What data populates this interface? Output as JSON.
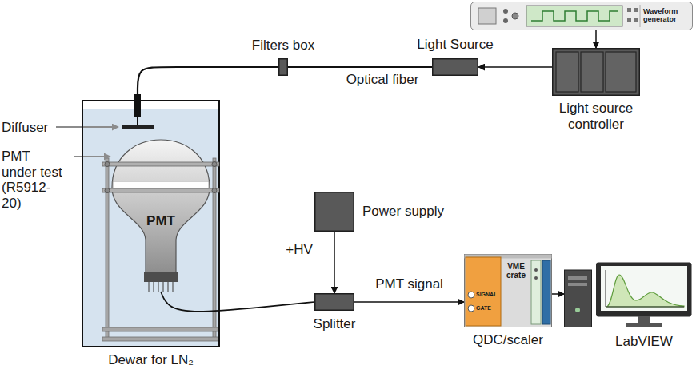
{
  "diagram": {
    "nodes": [
      {
        "text": [
          "Waveform generator"
        ]
      },
      {
        "text": [
          "Filters box"
        ]
      },
      {
        "text": [
          "Light Source"
        ]
      },
      {
        "text": [
          "Light source controller"
        ]
      },
      {
        "text": [
          "Dewar for LN₂"
        ]
      },
      {
        "text": [
          "PMT"
        ],
        "in": 4
      },
      {
        "text": [
          "Power supply"
        ]
      },
      {
        "text": [
          "Splitter"
        ]
      },
      {
        "text": [
          "VME crate",
          "SIGNAL",
          "GATE",
          "QDC/scaler"
        ]
      },
      {
        "text": [
          "LabVIEW"
        ]
      }
    ],
    "edges": [
      {
        "from": 0,
        "to": 3,
        "arrow": "to"
      },
      {
        "from": 3,
        "to": 2,
        "arrow": "to"
      },
      {
        "from": 2,
        "to": 1,
        "label": "Optical fiber",
        "arrow": "none"
      },
      {
        "from": 1,
        "to": 4,
        "arrow": "none"
      },
      {
        "from": 6,
        "to": 7,
        "label": "+HV",
        "arrow": "to"
      },
      {
        "from": 5,
        "to": 7,
        "arrow": "none"
      },
      {
        "from": 7,
        "to": 8,
        "label": "PMT signal",
        "arrow": "to"
      },
      {
        "from": 8,
        "to": 9,
        "arrow": "to"
      }
    ],
    "labels": [
      "Diffuser",
      "PMT under test (R5912-20)"
    ]
  }
}
